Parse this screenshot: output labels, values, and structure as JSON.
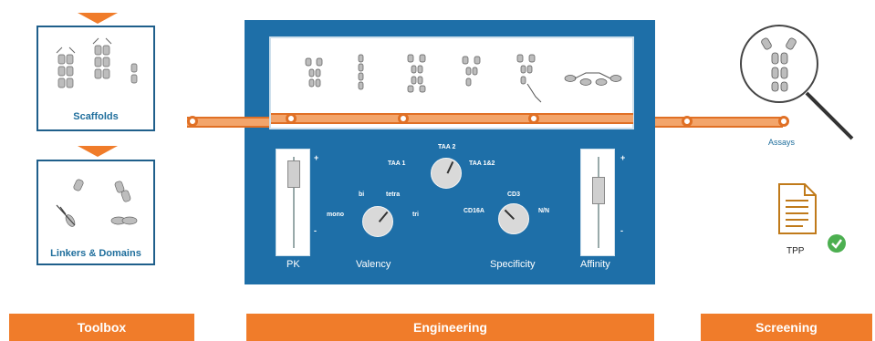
{
  "toolbox": {
    "scaffolds_label": "Scaffolds",
    "linkers_label": "Linkers & Domains"
  },
  "engineering": {
    "pk_label": "PK",
    "valency_label": "Valency",
    "specificity_label": "Specificity",
    "affinity_label": "Affinity",
    "valency_options": {
      "mono": "mono",
      "bi": "bi",
      "tetra": "tetra",
      "tri": "tri"
    },
    "taa_options": {
      "taa1": "TAA 1",
      "taa2": "TAA 2",
      "taa12": "TAA 1&2"
    },
    "specificity_options": {
      "cd3": "CD3",
      "cd16a": "CD16A",
      "nn": "N/N"
    },
    "plus": "+",
    "minus": "-"
  },
  "screening": {
    "assays_label": "Assays",
    "tpp_label": "TPP"
  },
  "stages": {
    "toolbox": "Toolbox",
    "engineering": "Engineering",
    "screening": "Screening"
  },
  "colors": {
    "accent_orange": "#f07c2a",
    "panel_blue": "#1e6fa8",
    "check_green": "#4caf50"
  }
}
